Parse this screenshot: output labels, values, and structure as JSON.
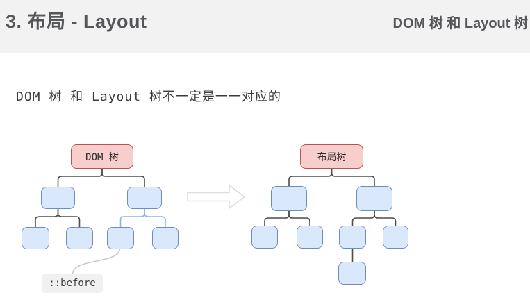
{
  "header": {
    "title": "3. 布局 - Layout",
    "subtitle": "DOM 树 和 Layout 树"
  },
  "main": {
    "statement": "DOM 树 和 Layout 树不一定是一一对应的"
  },
  "diagram": {
    "left_tree": {
      "root_label": "DOM 树",
      "pseudo_element_label": "::before"
    },
    "right_tree": {
      "root_label": "布局树"
    },
    "arrow_icon": "block-arrow-right"
  },
  "colors": {
    "header_bg": "#f2f2f3",
    "header_text": "#55565a",
    "root_fill": "#f8cecc",
    "root_border": "#b85450",
    "node_fill": "#dae8fc",
    "node_border": "#6c8ebf",
    "connector_dark": "#4d4d4d",
    "connector_blue": "#8eb3dc",
    "connector_gray": "#c9c9c9",
    "arrow_outline": "#dcdcdc",
    "pseudo_bg": "#f1f1f2"
  }
}
